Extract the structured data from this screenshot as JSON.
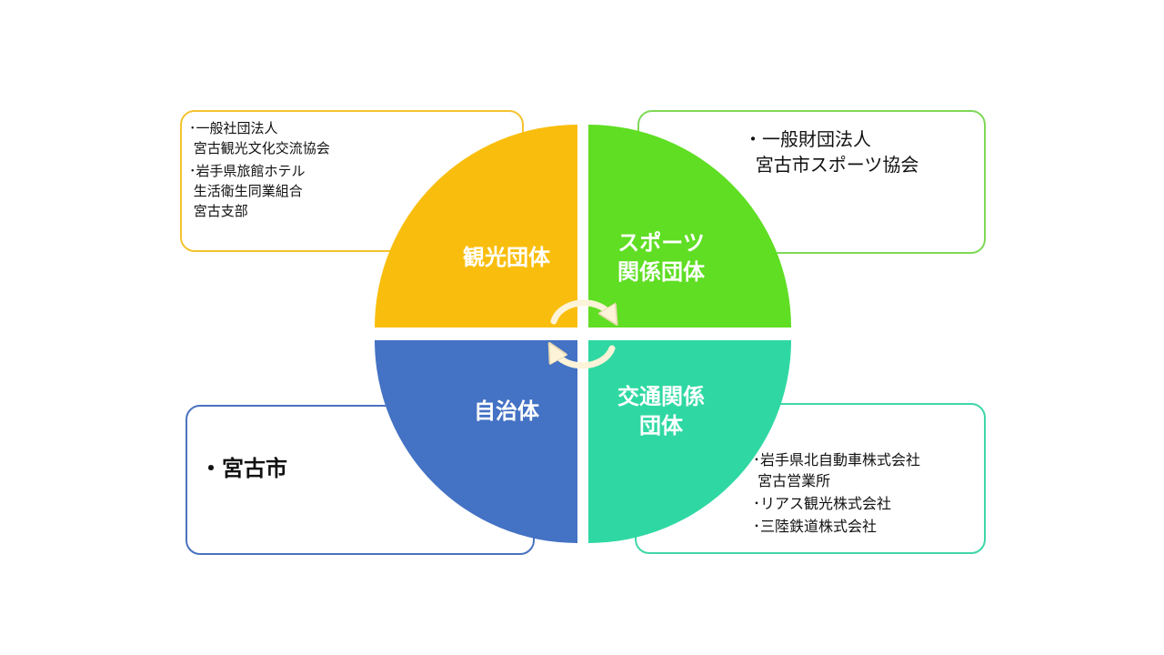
{
  "quadrants": {
    "tourism": {
      "label": "観光団体",
      "color": "#f9be0d"
    },
    "sports": {
      "label": "スポーツ\n関係団体",
      "color": "#5fde23"
    },
    "municipality": {
      "label": "自治体",
      "color": "#4472c4"
    },
    "transport": {
      "label": "交通関係\n団体",
      "color": "#2fd8a2"
    }
  },
  "boxes": {
    "tourism_members": [
      "･一般社団法人\n 宮古観光文化交流協会",
      "･岩手県旅館ホテル\n 生活衛生同業組合\n 宮古支部"
    ],
    "sports_members": [
      "・一般財団法人\n  宮古市スポーツ協会"
    ],
    "municipality_members": [
      "・宮古市"
    ],
    "transport_members": [
      "･岩手県北自動車株式会社\n 宮古営業所",
      "･リアス観光株式会社",
      "･三陸鉄道株式会社"
    ]
  },
  "colors": {
    "tourism_border": "#f5c330",
    "sports_border": "#7ed957",
    "municipality_border": "#4a72c0",
    "transport_border": "#3ed6a8",
    "arrow": "#fdf3d8"
  }
}
